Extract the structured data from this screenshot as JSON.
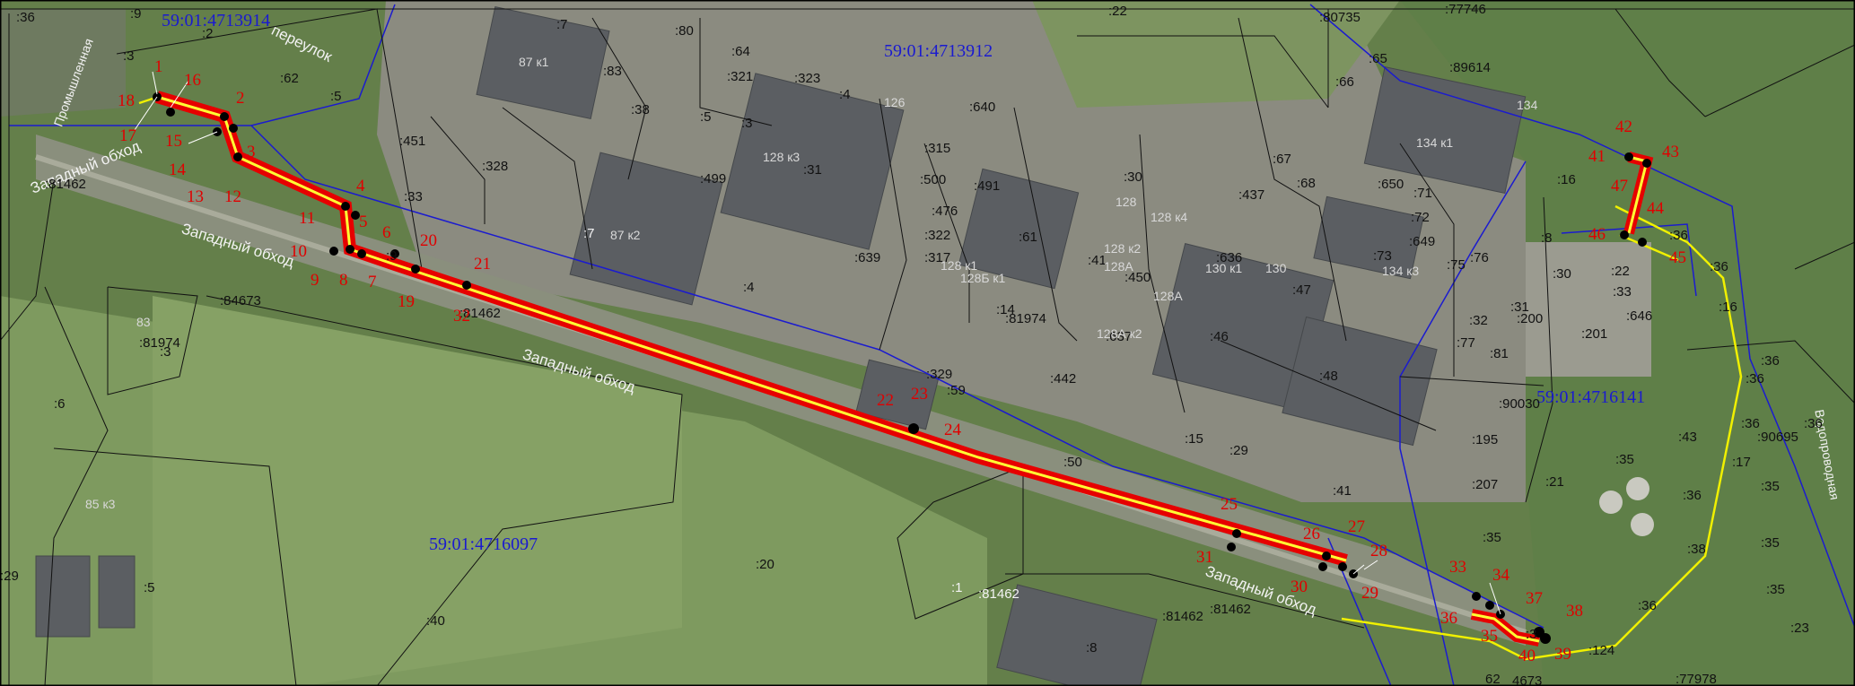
{
  "cadastral_blocks": [
    "59:01:4713914",
    "59:01:4713912",
    "59:01:4716141",
    "59:01:4716097"
  ],
  "road_name": "Западный обход",
  "lane_name": "переулок",
  "industrial_street": "Промышленная",
  "street_right": "Водопроводная",
  "parcel_labels": [
    ":9",
    ":2",
    ":3",
    ":62",
    ":5",
    ":7",
    ":80",
    ":64",
    ":321",
    ":323",
    ":4",
    ":83",
    ":38",
    ":5",
    ":3",
    ":640",
    ":22",
    ":80735",
    ":77746",
    ":65",
    ":66",
    ":89614",
    ":451",
    ":328",
    ":31",
    ":315",
    ":500",
    ":491",
    ":476",
    ":322",
    ":317",
    ":499",
    ":81462",
    ":33",
    ":9",
    ":7",
    ":639",
    ":4",
    ":61",
    ":30",
    ":41",
    ":450",
    ":636",
    ":437",
    ":67",
    ":68",
    ":650",
    ":71",
    ":72",
    ":649",
    ":73",
    ":75",
    ":76",
    ":16",
    ":8",
    ":30",
    ":33",
    ":36",
    ":36",
    ":81462",
    ":84673",
    ":6",
    ":3",
    ":81974",
    ":81974",
    ":329",
    ":59",
    ":442",
    ":637",
    ":46",
    ":47",
    ":48",
    ":77",
    ":32",
    ":81",
    ":31",
    ":200",
    ":201",
    ":646",
    ":90030",
    ":195",
    ":207",
    ":21",
    ":15",
    ":29",
    ":41",
    ":50",
    ":35",
    ":35",
    ":36",
    ":43",
    ":90695",
    ":17",
    ":36",
    ":36",
    ":36",
    ":36",
    ":35",
    ":35",
    ":35",
    ":38",
    ":36",
    ":124",
    ":77978",
    ":23",
    ":16",
    ":22",
    ":20",
    ":40",
    ":5",
    ":1",
    ":81462",
    ":81462",
    ":8",
    ":81462",
    ":14",
    "62",
    "4673",
    ":3",
    ":36",
    ":29"
  ],
  "building_labels": [
    "87 к1",
    "87 к2",
    "126",
    "128 к3",
    "128",
    "128 к2",
    "128 к4",
    "128 к1",
    "128А",
    "128А",
    "128Б к1",
    "130 к1",
    "130",
    "134 к1",
    "134 к3",
    "134",
    "85 к3",
    "83",
    "128А к2"
  ],
  "point_labels": [
    "1",
    "2",
    "3",
    "4",
    "5",
    "6",
    "7",
    "8",
    "9",
    "10",
    "11",
    "12",
    "13",
    "14",
    "15",
    "16",
    "17",
    "18",
    "19",
    "20",
    "21",
    "22",
    "23",
    "24",
    "25",
    "26",
    "27",
    "28",
    "29",
    "30",
    "31",
    "32",
    "33",
    "34",
    "35",
    "36",
    "37",
    "38",
    "39",
    "40",
    "41",
    "42",
    "43",
    "44",
    "45",
    "46",
    "47"
  ],
  "colors": {
    "route_outer": "#e60000",
    "route_inner": "#ffff33",
    "parcel_line": "#111111",
    "block_line": "#1b1bcf",
    "route_yellow": "#f0f000"
  }
}
